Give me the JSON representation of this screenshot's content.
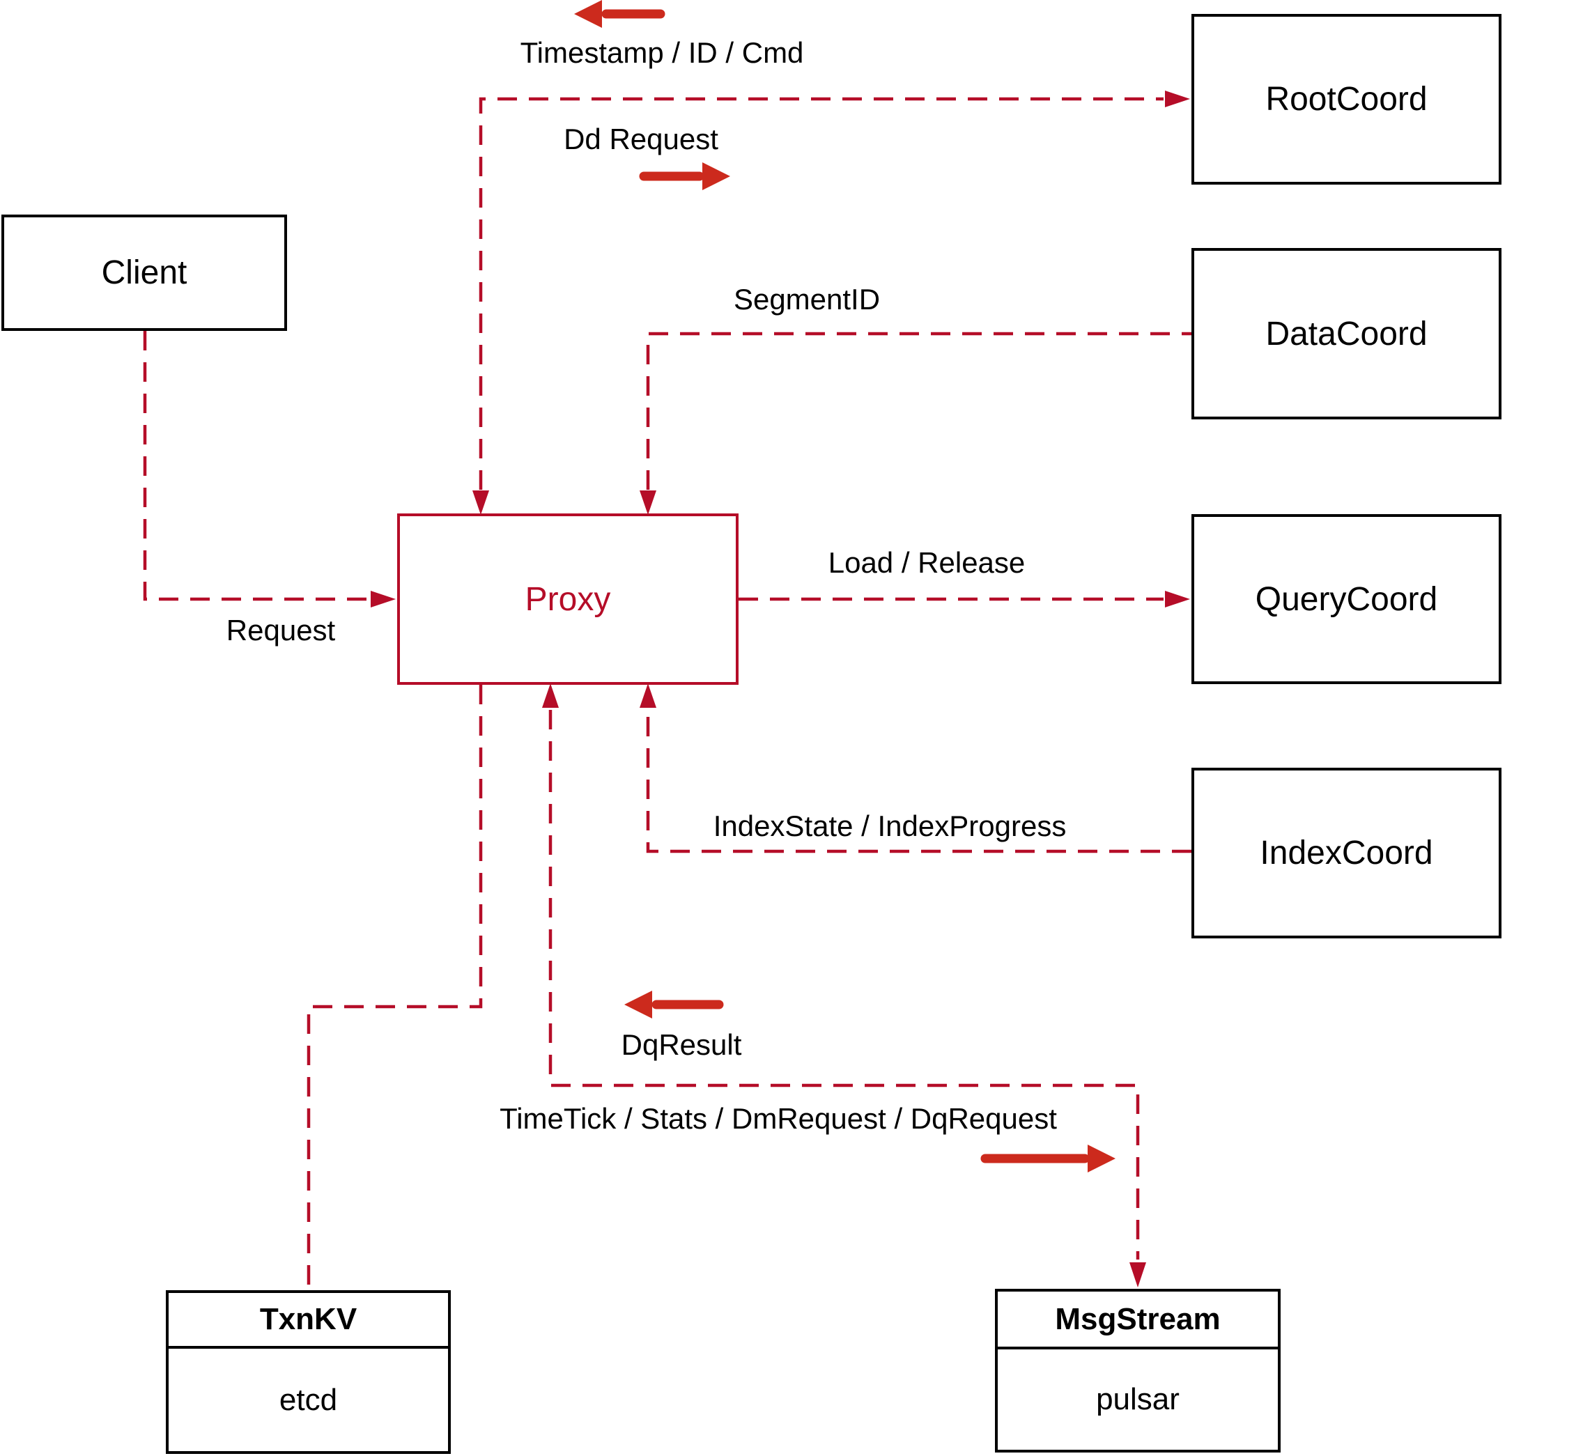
{
  "diagram": {
    "nodes": {
      "client": {
        "label": "Client"
      },
      "root_coord": {
        "label": "RootCoord"
      },
      "data_coord": {
        "label": "DataCoord"
      },
      "query_coord": {
        "label": "QueryCoord"
      },
      "index_coord": {
        "label": "IndexCoord"
      },
      "proxy": {
        "label": "Proxy"
      },
      "txn_kv": {
        "title": "TxnKV",
        "subtitle": "etcd"
      },
      "msg_stream": {
        "title": "MsgStream",
        "subtitle": "pulsar"
      }
    },
    "edge_labels": {
      "timestamp": "Timestamp / ID / Cmd",
      "dd_request": "Dd Request",
      "segment_id": "SegmentID",
      "load_release": "Load / Release",
      "index_state": "IndexState / IndexProgress",
      "request": "Request",
      "dq_result": "DqResult",
      "time_tick": "TimeTick / Stats / DmRequest / DqRequest"
    },
    "colors": {
      "line_red": "#b50d28",
      "arrow_red": "#cc2a1d",
      "box_border": "#000000",
      "text": "#000000",
      "background": "#ffffff"
    }
  }
}
